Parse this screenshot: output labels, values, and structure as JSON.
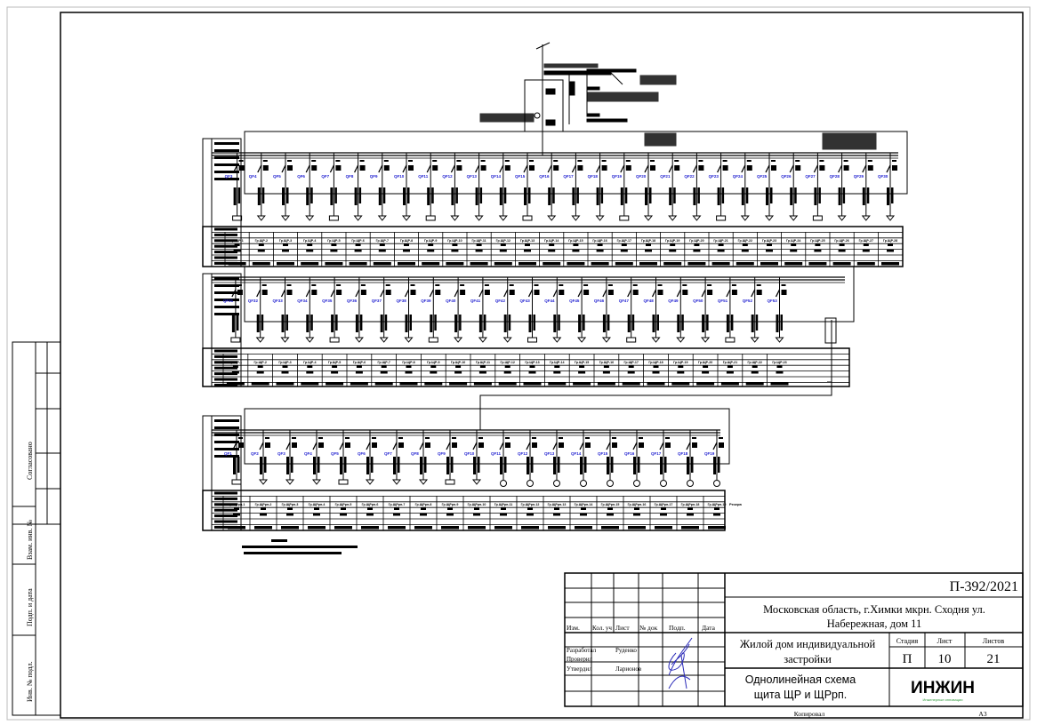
{
  "title_block": {
    "doc_code": "П-392/2021",
    "address_line1": "Московская область, г.Химки  мкрн. Сходня ул.",
    "address_line2": "Набережная, дом 11",
    "object_line1": "Жилой дом индивидуальной",
    "object_line2": "застройки",
    "sheet_title_line1": "Однолинейная схема",
    "sheet_title_line2": "щита ЩР и ЩРрп.",
    "headers": {
      "izm": "Изм.",
      "kol": "Кол. уч",
      "list": "Лист",
      "ndok": "№ док",
      "podp": "Подп.",
      "data": "Дата"
    },
    "stage_label": "Стадия",
    "sheet_label": "Лист",
    "sheets_label": "Листов",
    "stage": "П",
    "sheet": "10",
    "sheets": "21",
    "roles": [
      {
        "role": "Разработал",
        "name": "Руденко"
      },
      {
        "role": "Проверил",
        "name": ""
      },
      {
        "role": "Утвердил",
        "name": "Ларионов"
      }
    ],
    "logo_text": "ИНЖИН",
    "logo_sub": "Инженерные инновации",
    "copied_label": "Копировал",
    "format": "А3",
    "logo_color": "#2e9a3a"
  },
  "side_stamp": {
    "agreed": "Согласовано",
    "inv_replace": "Взам. инв. №",
    "sign_date": "Подп. и дата",
    "inv_orig": "Инв. № подл."
  },
  "panels": [
    {
      "name": "ЩР",
      "count": 28,
      "group_prefix": "Гр.ЩР-",
      "qf_start": 3
    },
    {
      "name": "ЩР",
      "count": 23,
      "group_prefix": "Гр.ЩР-",
      "qf_start": 31
    },
    {
      "name": "ЩРрп",
      "count": 19,
      "group_prefix": "Гр.ЩРрп-",
      "qf_start": 1
    }
  ],
  "reserve_label": "Резерв",
  "colors": {
    "qf_label": "#1f1fd0",
    "line": "#000000"
  }
}
